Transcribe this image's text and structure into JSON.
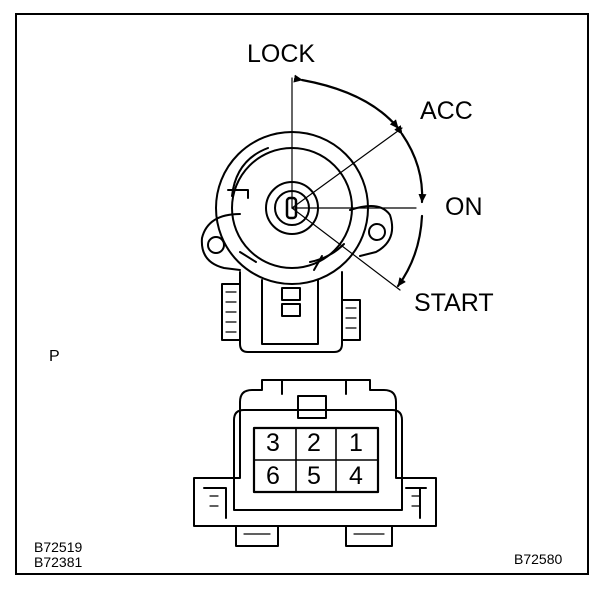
{
  "switch_positions": {
    "lock": "LOCK",
    "acc": "ACC",
    "on": "ON",
    "start": "START"
  },
  "section_marker": "P",
  "connector_pins": {
    "top_row": [
      "3",
      "2",
      "1"
    ],
    "bottom_row": [
      "6",
      "5",
      "4"
    ]
  },
  "figure_codes": {
    "bottom_left": [
      "B72519",
      "B72381"
    ],
    "bottom_right": "B72580"
  },
  "colors": {
    "ink": "#000000",
    "background": "#ffffff"
  }
}
